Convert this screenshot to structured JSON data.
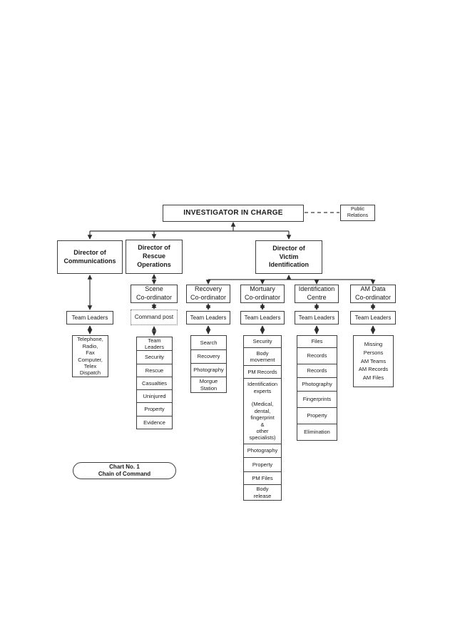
{
  "root": {
    "label": "INVESTIGATOR IN CHARGE"
  },
  "public_relations": {
    "label": "Public\nRelations"
  },
  "directors": {
    "communications": {
      "label": "Director of\nCommunications"
    },
    "rescue": {
      "label": "Director of\nRescue\nOperations"
    },
    "victim": {
      "label": "Director of\nVictim\nIdentification"
    }
  },
  "coordinators": {
    "scene": {
      "label": "Scene\nCo-ordinator"
    },
    "recovery": {
      "label": "Recovery\nCo-ordinator"
    },
    "mortuary": {
      "label": "Mortuary\nCo-ordinator"
    },
    "identification": {
      "label": "Identification\nCentre"
    },
    "am_data": {
      "label": "AM Data\nCo-ordinator"
    }
  },
  "labels": {
    "team_leaders": "Team Leaders",
    "command_post": "Command post"
  },
  "stacks": {
    "communications": {
      "cells": [
        "Telephone,\nRadio,\nFax\nComputer,\nTelex\nDispatch"
      ]
    },
    "scene": {
      "cells": [
        "Team Leaders",
        "Security",
        "Rescue",
        "Casualties",
        "Uninjured",
        "Property",
        "Evidence"
      ]
    },
    "recovery": {
      "cells": [
        "Search",
        "Recovery",
        "Photography",
        "Morgue\nStation"
      ]
    },
    "mortuary": {
      "cells": [
        "Security",
        "Body\nmovement",
        "PM Records",
        "Identification\nexperts\n\n(Medical,\ndental,\nfingerprint\n&\nother\nspecialists)",
        "Photography",
        "Property",
        "PM Files",
        "Body\nrelease"
      ]
    },
    "identification": {
      "cells": [
        "Files",
        "Records",
        "Records",
        "Photography",
        "Fingerprints",
        "Property",
        "Elimination"
      ]
    },
    "am_data": {
      "cells": [
        "Missing\nPersons\nAM Teams\nAM Records\nAM Files"
      ]
    }
  },
  "caption": {
    "label": "Chart No. 1\nChain of Command"
  },
  "colors": {
    "line": "#3a3a3a",
    "text": "#1a1a1a",
    "background": "#ffffff"
  }
}
